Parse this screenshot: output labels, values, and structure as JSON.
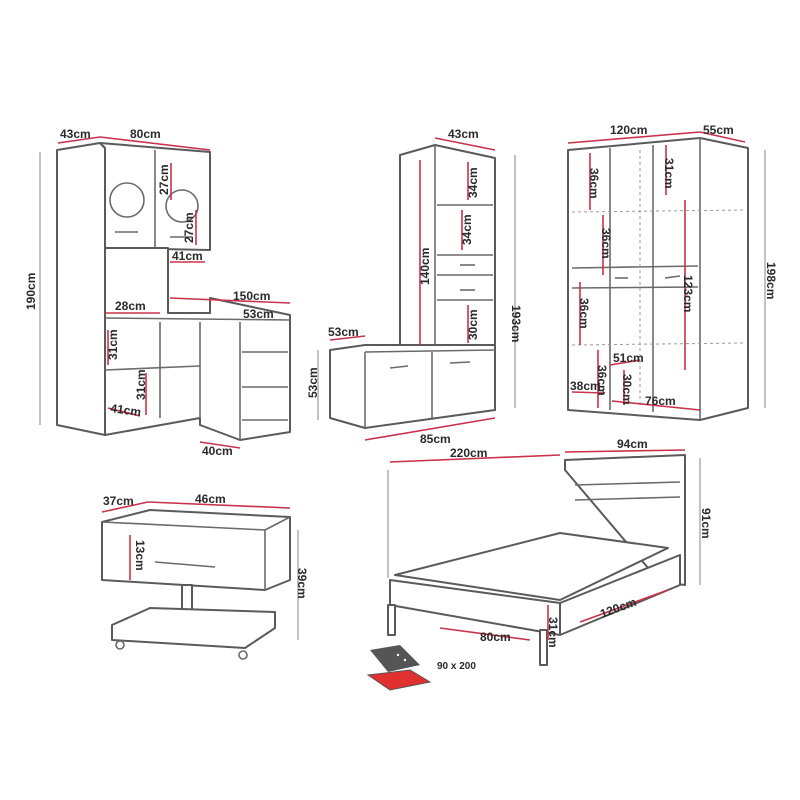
{
  "desk_unit": {
    "depth": "43cm",
    "width": "80cm",
    "door_upper": "27cm",
    "door_lower": "27cm",
    "height": "190cm",
    "niche": "41cm",
    "total_width": "150cm",
    "shelf_depth": "28cm",
    "desk_depth": "53cm",
    "shelf_h1": "31cm",
    "shelf_h2": "31cm",
    "shelf_w": "41cm",
    "side_width": "40cm"
  },
  "shoe_bench_unit": {
    "depth": "43cm",
    "shelf_1": "34cm",
    "shelf_2": "34cm",
    "column_h": "140cm",
    "height": "193cm",
    "shelf_3": "30cm",
    "bench_depth": "53cm",
    "bench_height": "53cm",
    "width": "85cm"
  },
  "wardrobe": {
    "width": "120cm",
    "depth": "55cm",
    "left_top": "36cm",
    "right_top": "31cm",
    "left_mid": "36cm",
    "hanging": "123cm",
    "left_low": "36cm",
    "inner_w": "51cm",
    "bottom_left": "36cm",
    "bottom_w": "38cm",
    "bottom_h": "30cm",
    "bottom_wide": "76cm",
    "height": "198cm"
  },
  "nightstand": {
    "depth": "37cm",
    "width": "46cm",
    "drawer_h": "13cm",
    "height": "39cm"
  },
  "bed": {
    "length": "220cm",
    "width": "94cm",
    "height": "91cm",
    "drawer_w": "120cm",
    "clearance": "31cm",
    "drawer_d": "80cm",
    "mattress": "90 x 200"
  },
  "colors": {
    "dimension": "#c8324a",
    "outline": "#5a5a5a"
  }
}
